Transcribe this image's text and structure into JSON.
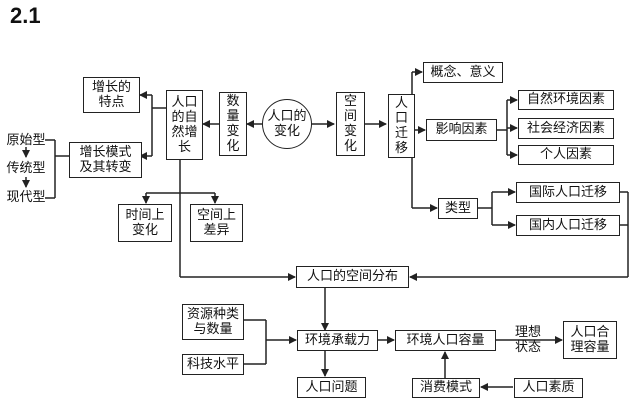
{
  "heading": "2.1",
  "center": {
    "line1": "人口的",
    "line2": "变化"
  },
  "natural_growth": [
    "人",
    "口",
    "的",
    "自",
    "然",
    "增",
    "长"
  ],
  "quantity_change": [
    "数",
    "量",
    "变",
    "化"
  ],
  "spatial_change": [
    "空",
    "间",
    "变",
    "化"
  ],
  "migration": [
    "人",
    "口",
    "迁",
    "移"
  ],
  "growth_features": {
    "line1": "增长的",
    "line2": "特点"
  },
  "growth_mode": {
    "line1": "增长模式",
    "line2": "及其转变"
  },
  "types": {
    "primitive": "原始型",
    "traditional": "传统型",
    "modern": "现代型"
  },
  "temporal_change": {
    "line1": "时间上",
    "line2": "变化"
  },
  "spatial_diff": {
    "line1": "空间上",
    "line2": "差异"
  },
  "concept": "概念、意义",
  "factors": "影响因素",
  "factor_items": [
    "自然环境因素",
    "社会经济因素",
    "个人因素"
  ],
  "mig_type": "类型",
  "mig_types": [
    "国际人口迁移",
    "国内人口迁移"
  ],
  "distribution": "人口的空间分布",
  "resources": {
    "line1": "资源种类",
    "line2": "与数量"
  },
  "tech": "科技水平",
  "carrying": "环境承载力",
  "env_capacity": "环境人口容量",
  "ideal": {
    "line1": "理想",
    "line2": "状态"
  },
  "reasonable": {
    "line1": "人口合",
    "line2": "理容量"
  },
  "problems": "人口问题",
  "consumption": "消费模式",
  "quality": "人口素质"
}
